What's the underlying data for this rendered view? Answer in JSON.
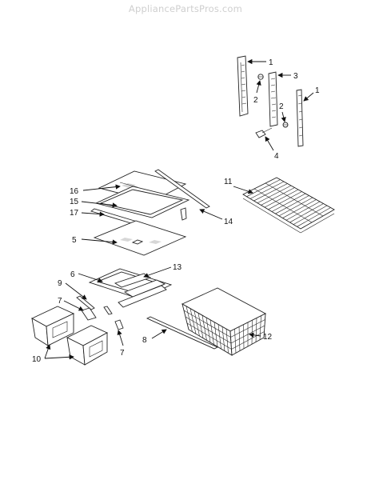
{
  "watermark": "AppliancePartsPros.com",
  "callouts": {
    "c1a": "1",
    "c1b": "1",
    "c2a": "2",
    "c2b": "2",
    "c3": "3",
    "c4": "4",
    "c5": "5",
    "c6": "6",
    "c7a": "7",
    "c7b": "7",
    "c8": "8",
    "c9": "9",
    "c10": "10",
    "c11": "11",
    "c12": "12",
    "c13": "13",
    "c14": "14",
    "c15": "15",
    "c16": "16",
    "c17": "17"
  }
}
